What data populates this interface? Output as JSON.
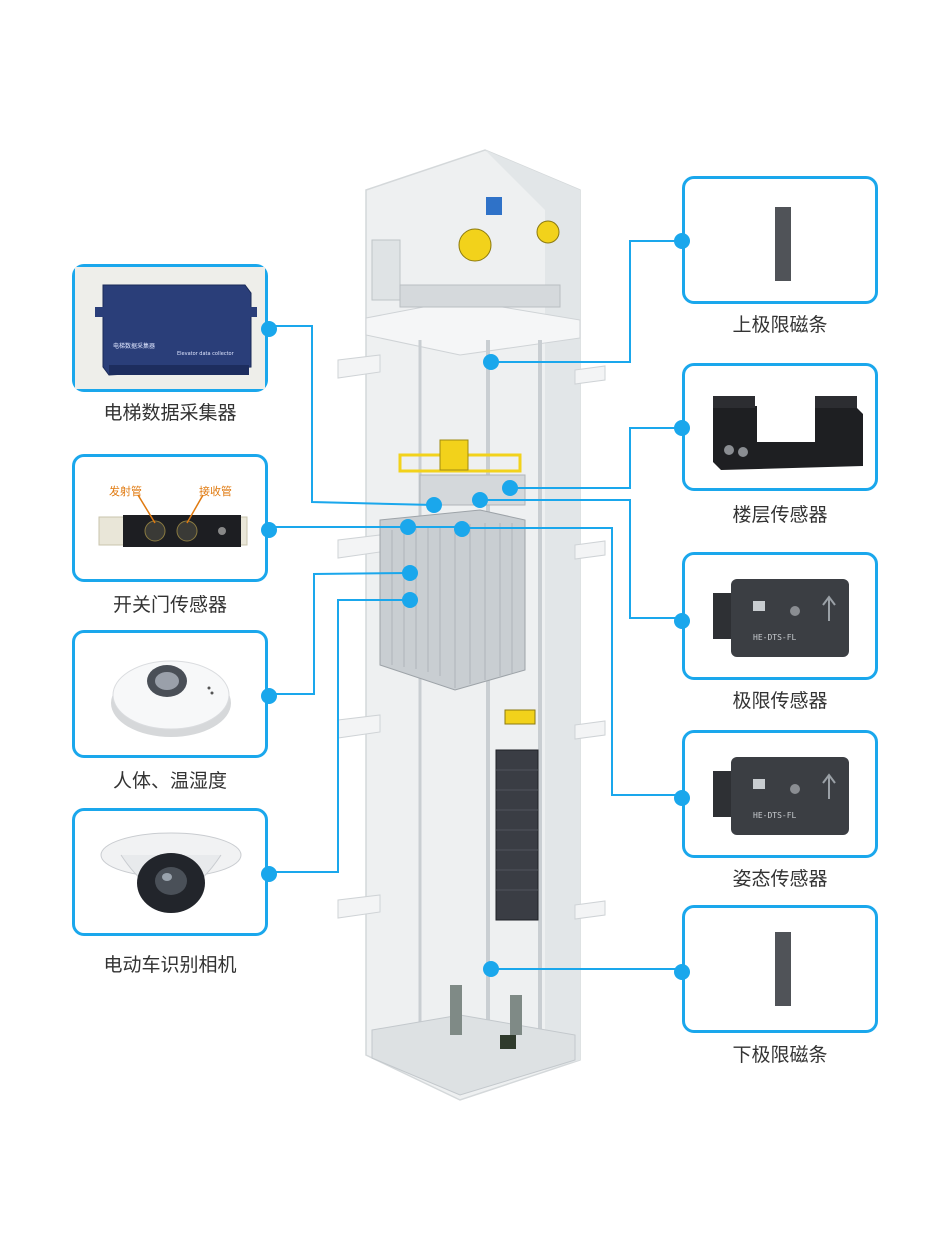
{
  "left_components": [
    {
      "label": "电梯数据采集器",
      "device_text": "电梯数据采集器",
      "device_sub": "Elevator data collector"
    },
    {
      "label": "开关门传感器",
      "annot_emitter": "发射管",
      "annot_receiver": "接收管"
    },
    {
      "label": "人体、温湿度"
    },
    {
      "label": "电动车识别相机"
    }
  ],
  "right_components": [
    {
      "label": "上极限磁条"
    },
    {
      "label": "楼层传感器"
    },
    {
      "label": "极限传感器",
      "device_text": "HE-DTS-FL"
    },
    {
      "label": "姿态传感器",
      "device_text": "HE-DTS-FL"
    },
    {
      "label": "下极限磁条"
    }
  ],
  "colors": {
    "accent": "#1aa7ec",
    "car_yellow": "#f2d21b",
    "shaft": "#e9eced"
  }
}
